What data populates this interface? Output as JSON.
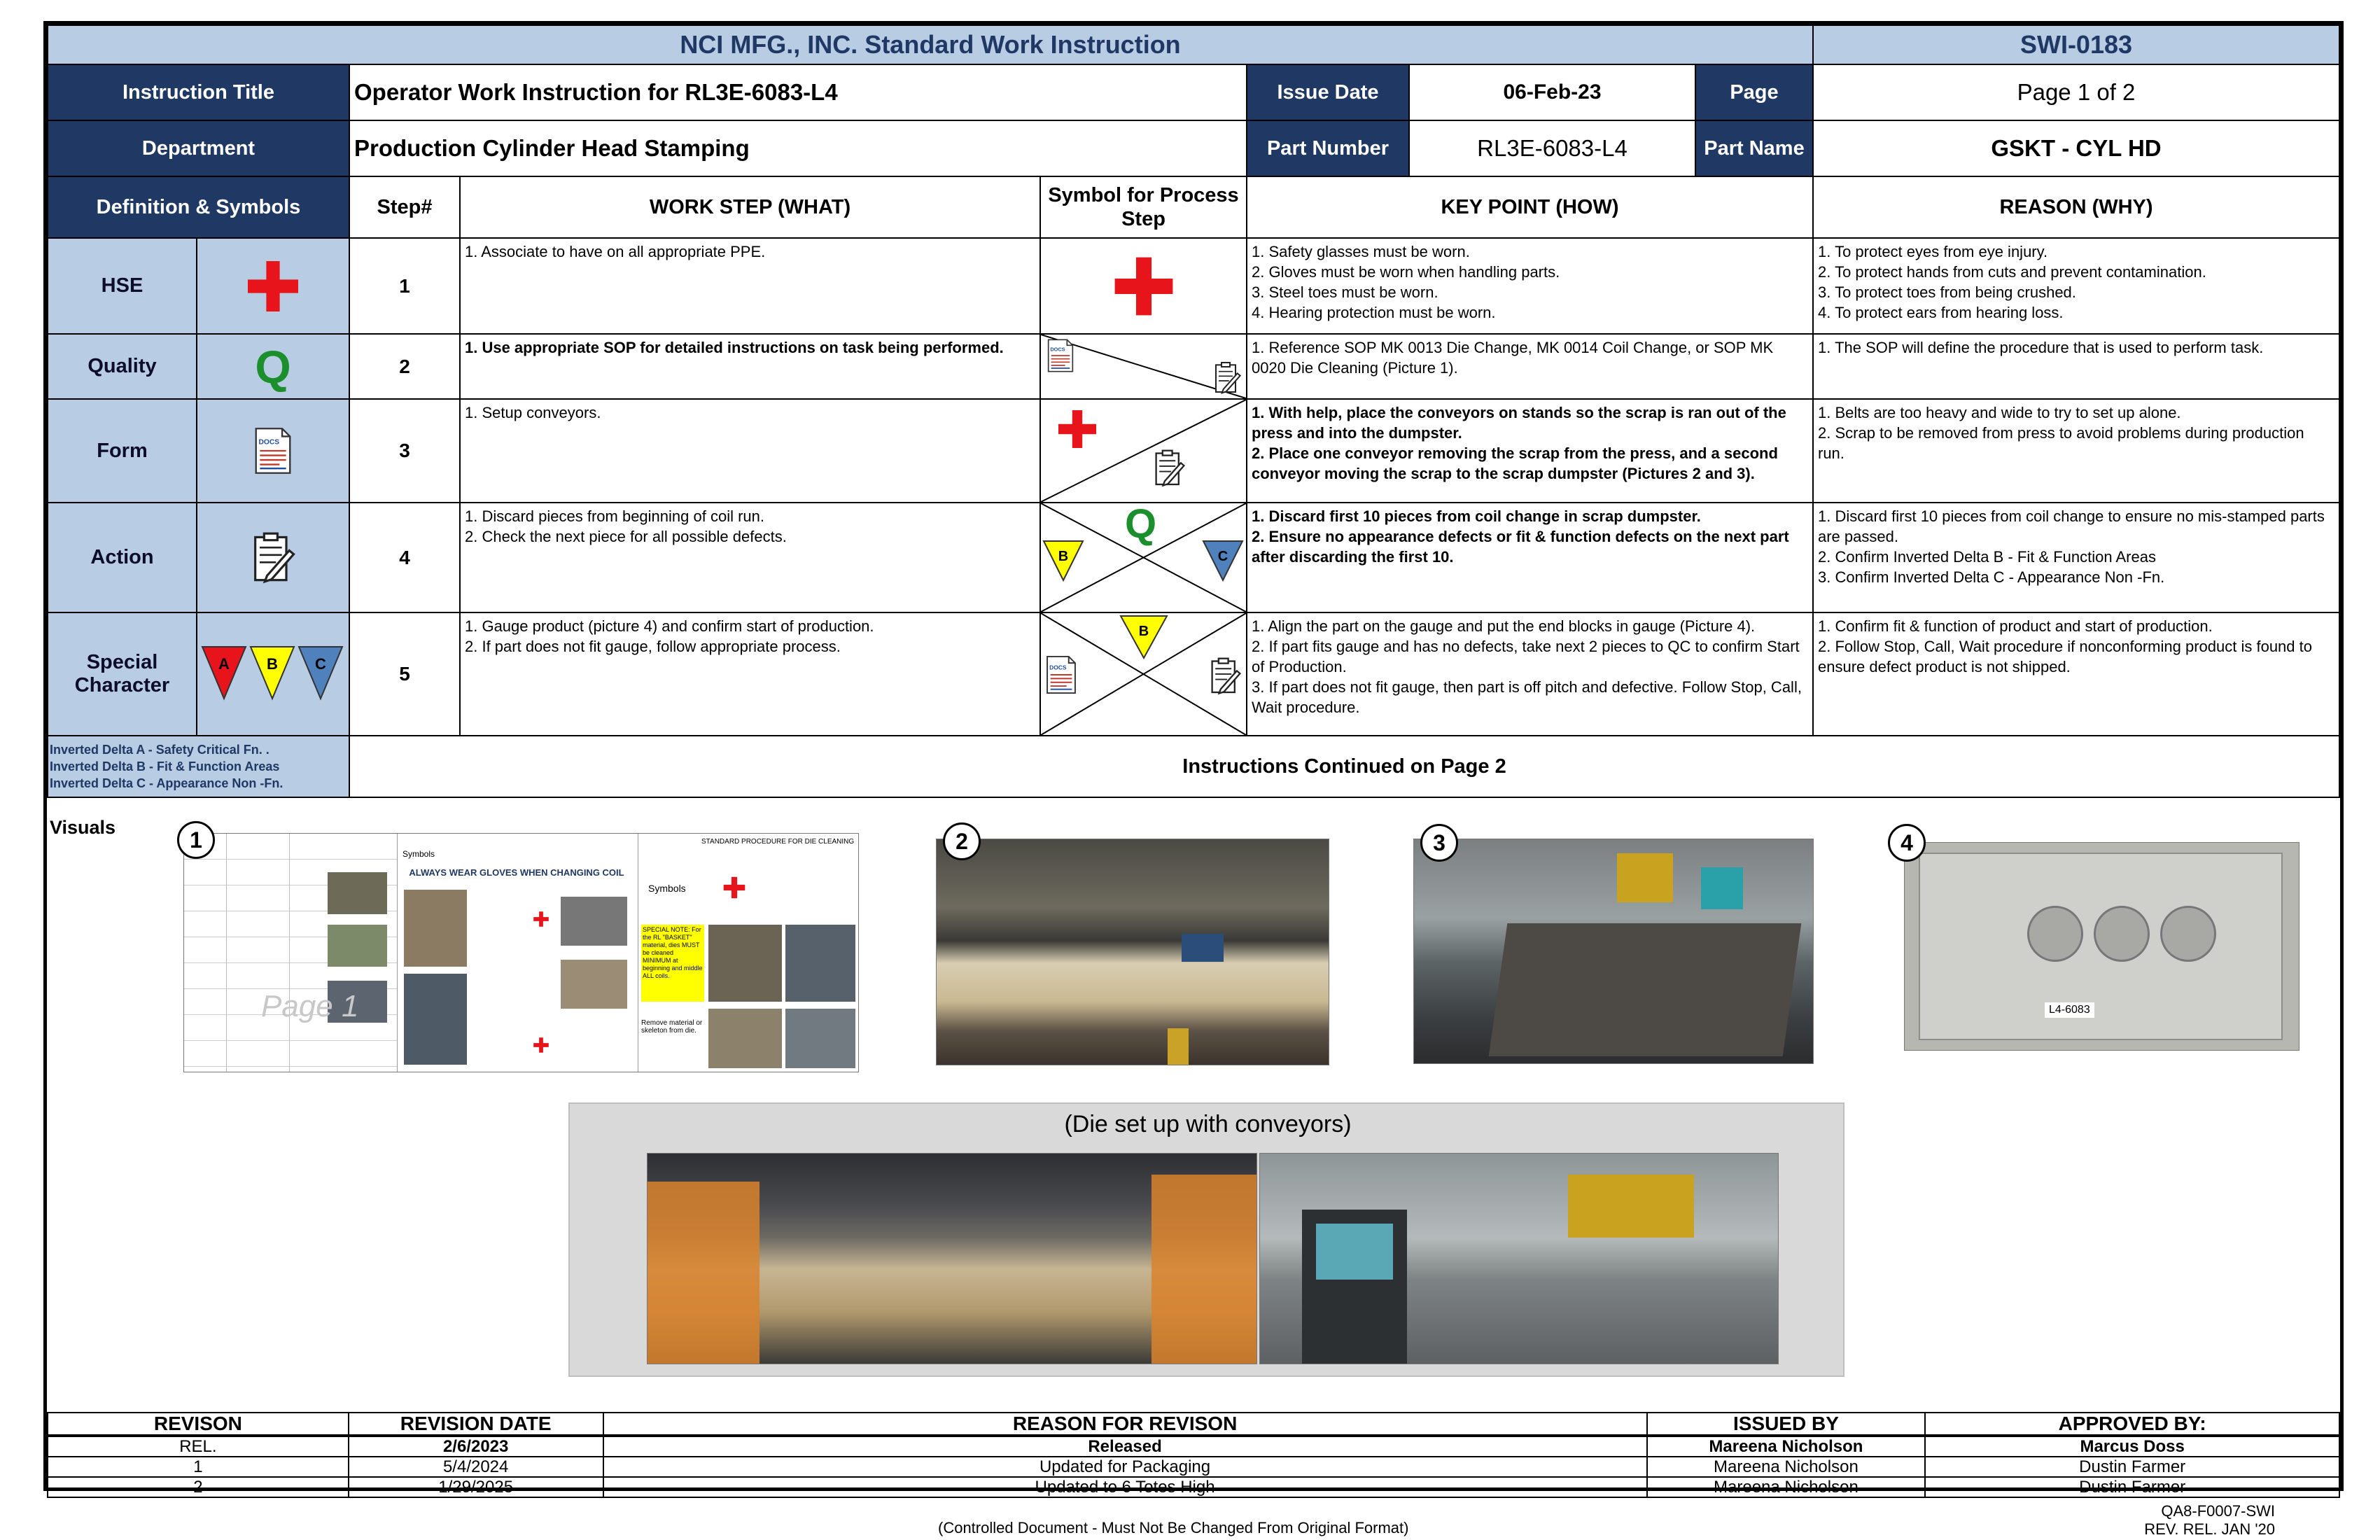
{
  "header": {
    "title": "NCI MFG., INC. Standard Work Instruction",
    "doc_number": "SWI-0183",
    "instruction_title_label": "Instruction Title",
    "instruction_title": "Operator Work Instruction for RL3E-6083-L4",
    "issue_date_label": "Issue Date",
    "issue_date": "06-Feb-23",
    "page_label": "Page",
    "page_value": "Page 1 of 2",
    "department_label": "Department",
    "department": "Production Cylinder Head Stamping",
    "part_number_label": "Part Number",
    "part_number": "RL3E-6083-L4",
    "part_name_label": "Part Name",
    "part_name": "GSKT - CYL HD"
  },
  "columns": {
    "definitions": "Definition & Symbols",
    "step": "Step#",
    "what": "WORK STEP (WHAT)",
    "symbol": "Symbol for Process Step",
    "how": "KEY POINT (HOW)",
    "why": "REASON (WHY)"
  },
  "symbols": [
    {
      "label": "HSE",
      "icon": "red-cross-icon"
    },
    {
      "label": "Quality",
      "icon": "q-letter-icon"
    },
    {
      "label": "Form",
      "icon": "docs-icon"
    },
    {
      "label": "Action",
      "icon": "checklist-icon"
    },
    {
      "label": "Special Character",
      "icon": "delta-triangles-icon"
    }
  ],
  "delta_letters": [
    "A",
    "B",
    "C"
  ],
  "quality_letter": "Q",
  "docs_text": "DOCS",
  "colors": {
    "navy": "#1f3864",
    "light_blue": "#b8cce4",
    "red": "#e8141b",
    "green": "#1a8f2c",
    "yellow": "#ffff00",
    "blue": "#4f81bd"
  },
  "steps": [
    {
      "num": "1",
      "what": "1. Associate to have on all appropriate PPE.",
      "how": "1. Safety glasses must be worn.\n2. Gloves must be worn when handling parts.\n3. Steel toes must be worn.\n4. Hearing protection must be worn.",
      "why": "1. To protect eyes from eye injury.\n2. To protect hands from cuts and prevent contamination.\n3. To protect toes from being crushed.\n4. To protect ears from hearing loss."
    },
    {
      "num": "2",
      "what": "1. Use appropriate SOP for detailed instructions on task being performed.",
      "how": "1. Reference SOP MK 0013 Die Change, MK 0014 Coil Change, or SOP MK 0020 Die Cleaning  (Picture 1).",
      "why": "1. The SOP will define the procedure that is used to perform task."
    },
    {
      "num": "3",
      "what": "1. Setup conveyors.",
      "how": "1. With help, place the conveyors on stands so the scrap is ran out of the press and into the dumpster.\n2. Place one conveyor removing the scrap from the press, and a second conveyor moving the scrap to the scrap dumpster (Pictures 2 and 3).",
      "why": "1. Belts are too heavy and wide to try to set up alone.\n2. Scrap to be removed from press to avoid problems during production run."
    },
    {
      "num": "4",
      "what": "1. Discard pieces from beginning of coil run.\n2. Check the next piece for all possible defects.",
      "how": "1. Discard first 10 pieces from coil change in scrap dumpster.\n2. Ensure no appearance defects or fit & function defects on the next part after discarding the first 10.",
      "why": "1. Discard first 10 pieces from coil change to ensure no mis-stamped parts are passed.\n2. Confirm Inverted Delta B - Fit & Function Areas\n3. Confirm Inverted Delta C  - Appearance Non -Fn."
    },
    {
      "num": "5",
      "what": "1. Gauge product (picture 4) and confirm start of production.\n2. If part does not fit gauge, follow appropriate process.",
      "how": "1. Align the part on the gauge and put the end blocks in gauge (Picture 4).\n2. If part fits gauge and has no defects, take next 2 pieces to QC to confirm Start of Production.\n3. If part does not fit gauge, then part is off pitch and defective. Follow Stop, Call, Wait procedure.",
      "why": "1. Confirm fit & function of product and start of production.\n2. Follow Stop, Call, Wait procedure if nonconforming product is found to ensure defect product is not shipped."
    }
  ],
  "delta_legend": [
    "Inverted Delta A - Safety Critical Fn. .",
    "Inverted Delta B - Fit & Function Areas",
    "Inverted Delta C  - Appearance Non -Fn."
  ],
  "continued": "Instructions Continued on Page 2",
  "visuals": {
    "label": "Visuals",
    "badges": [
      "1",
      "2",
      "3",
      "4"
    ],
    "thumb1": {
      "banner": "ALWAYS WEAR GLOVES WHEN CHANGING COIL",
      "symbols": "Symbols",
      "note": "SPECIAL NOTE: For the RL \"BASKET\" material, dies MUST be cleaned MINIMUM at beginning and middle ALL coils.",
      "remove": "Remove material or skeleton from die.",
      "page_watermark": "Page 1",
      "header_right": "STANDARD PROCEDURE FOR DIE CLEANING"
    },
    "die_caption": "(Die set up with conveyors)",
    "gauge_label": "L4-6083"
  },
  "revisions": {
    "headers": [
      "REVISON",
      "REVISION DATE",
      "REASON FOR REVISON",
      "ISSUED BY",
      "APPROVED BY:"
    ],
    "rows": [
      [
        "REL.",
        "2/6/2023",
        "Released",
        "Mareena Nicholson",
        "Marcus Doss"
      ],
      [
        "1",
        "5/4/2024",
        "Updated for Packaging",
        "Mareena Nicholson",
        "Dustin Farmer"
      ],
      [
        "2",
        "1/29/2025",
        "Updated to 6 Totes High",
        "Mareena Nicholson",
        "Dustin Farmer"
      ]
    ]
  },
  "footer": {
    "controlled": "(Controlled Document - Must Not Be Changed From Original Format)",
    "form_number": "QA8-F0007-SWI",
    "revision": "REV. REL. JAN '20"
  }
}
